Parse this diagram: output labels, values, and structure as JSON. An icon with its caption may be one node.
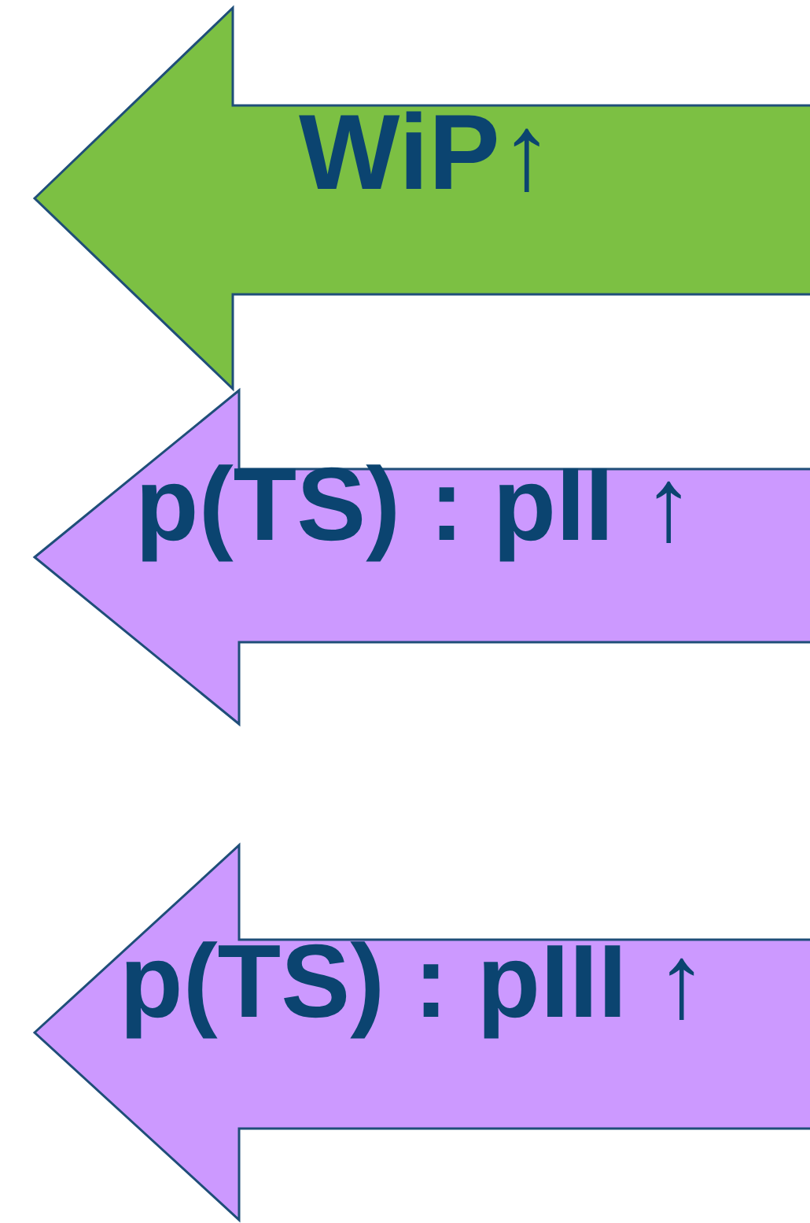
{
  "diagram": {
    "nodes": [
      {
        "text": [
          "WiP↑"
        ]
      },
      {
        "text": [
          "p(TS) : pII ↑"
        ]
      },
      {
        "text": [
          "p(TS) : pIII ↑"
        ]
      }
    ]
  }
}
